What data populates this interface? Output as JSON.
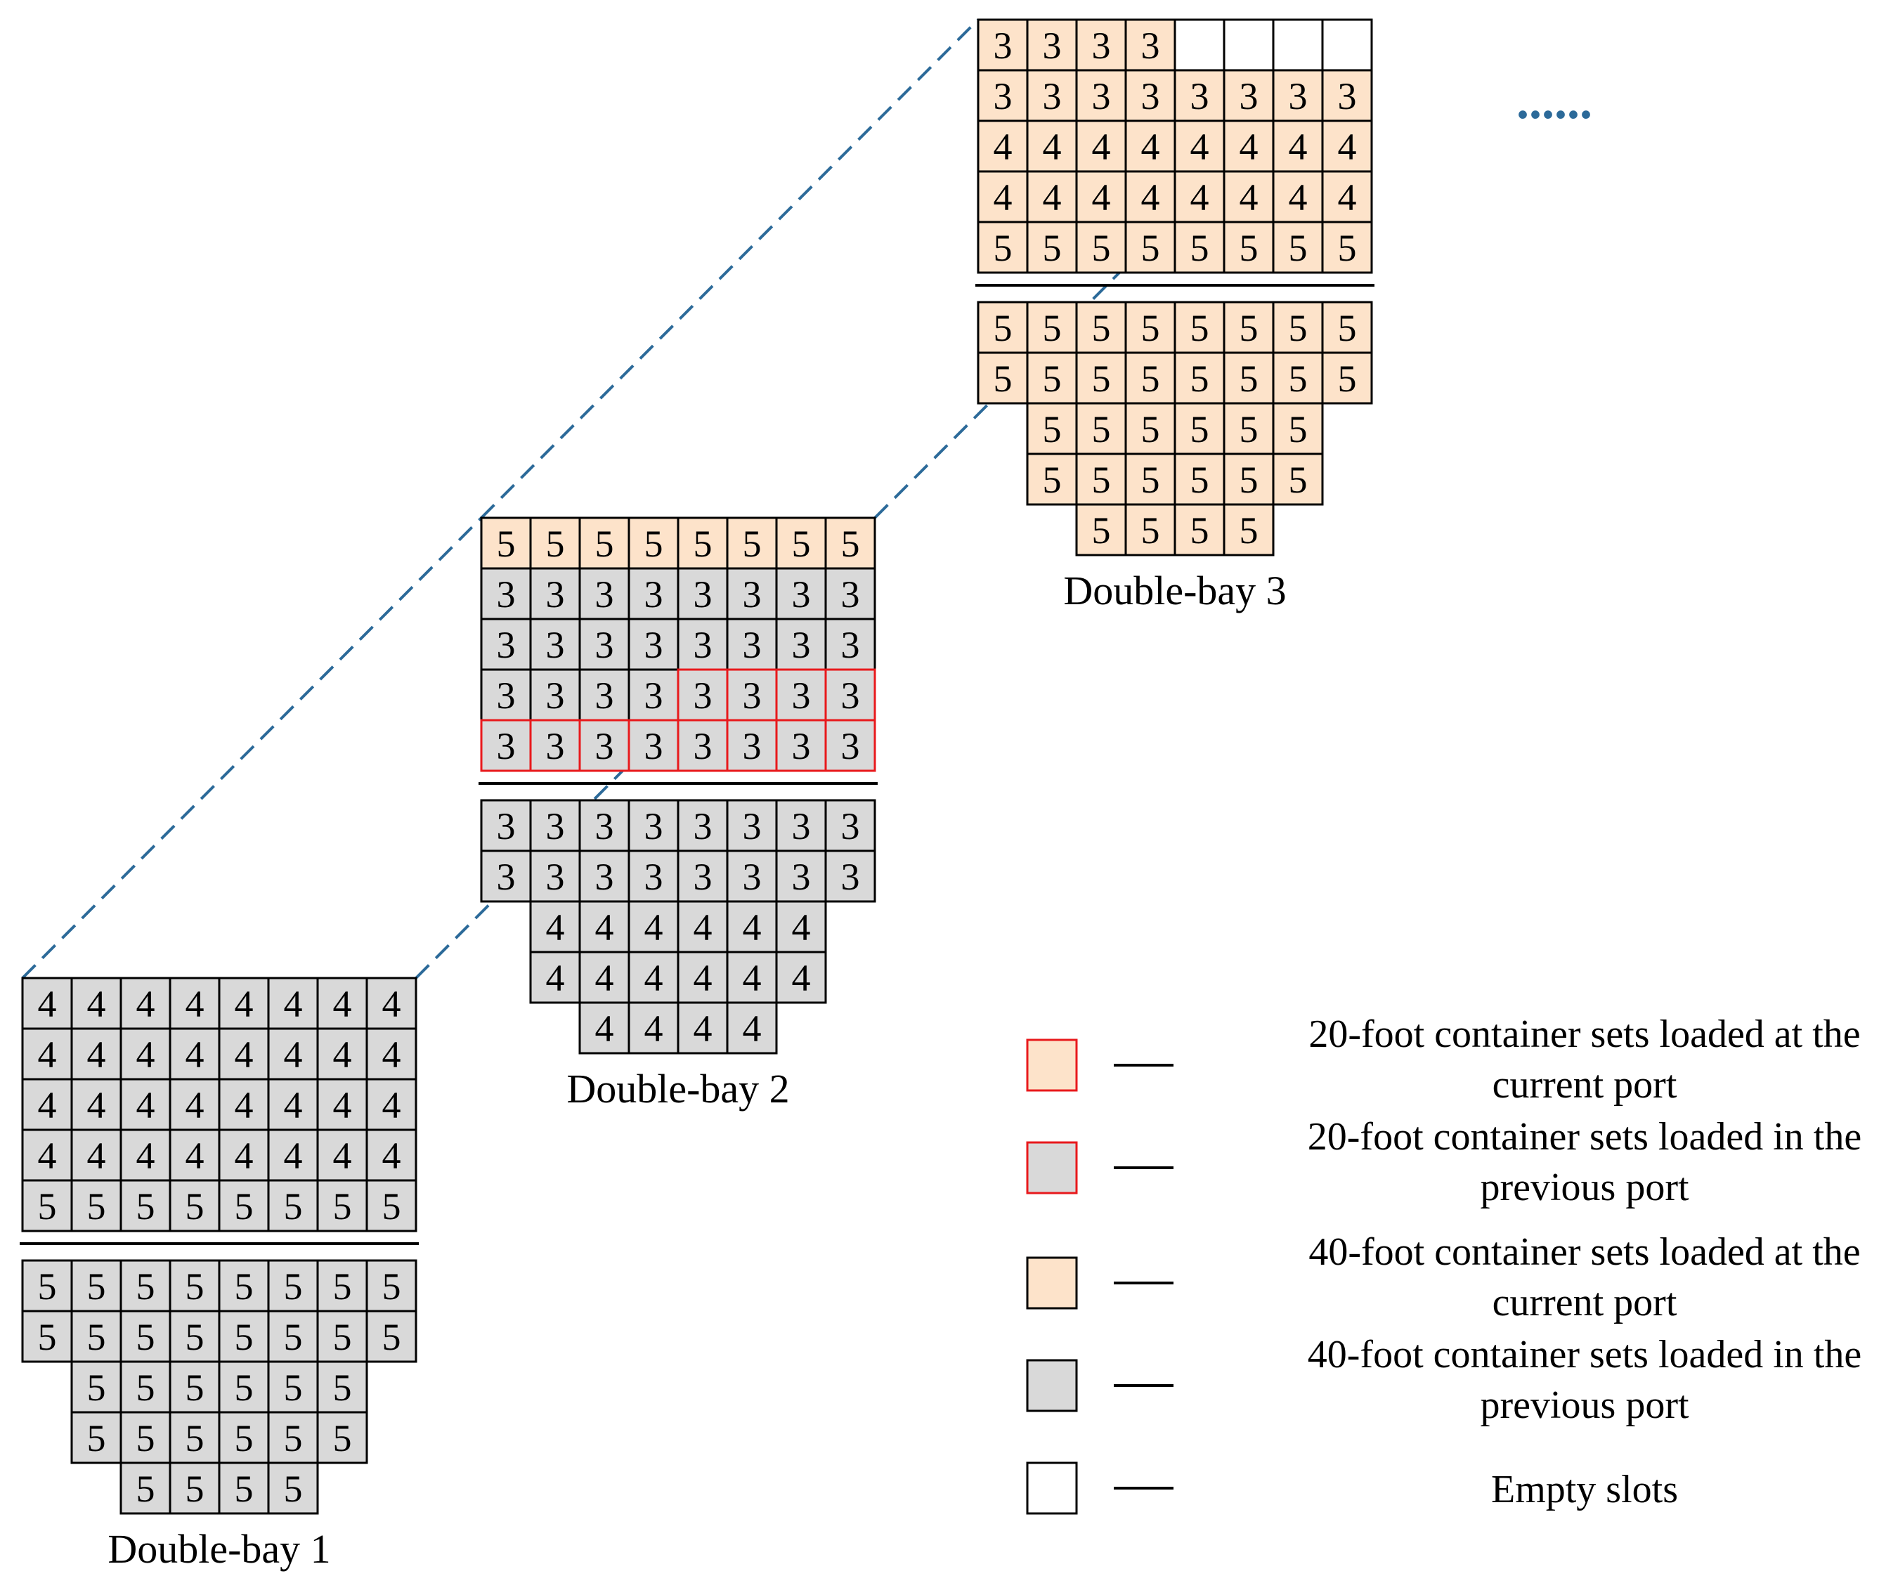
{
  "colors": {
    "current_port_fill": "#fde3ca",
    "previous_port_fill": "#d9d9d9",
    "empty_fill": "#ffffff",
    "cell_border": "#000000",
    "twenty_foot_border": "#e8191c",
    "connector": "#2c6a99"
  },
  "bays": [
    {
      "label": "Double-bay 1",
      "deck": {
        "cells": [
          [
            "4",
            "4",
            "4",
            "4",
            "4",
            "4",
            "4",
            "4"
          ],
          [
            "4",
            "4",
            "4",
            "4",
            "4",
            "4",
            "4",
            "4"
          ],
          [
            "4",
            "4",
            "4",
            "4",
            "4",
            "4",
            "4",
            "4"
          ],
          [
            "4",
            "4",
            "4",
            "4",
            "4",
            "4",
            "4",
            "4"
          ],
          [
            "5",
            "5",
            "5",
            "5",
            "5",
            "5",
            "5",
            "5"
          ]
        ],
        "fill": [
          "PPPPPPPP",
          "PPPPPPPP",
          "PPPPPPPP",
          "PPPPPPPP",
          "PPPPPPPP"
        ],
        "twenty_foot": [
          "........",
          "........",
          "........",
          "........",
          "........"
        ]
      },
      "hold": {
        "rows": [
          {
            "offset": 0,
            "cells": [
              "5",
              "5",
              "5",
              "5",
              "5",
              "5",
              "5",
              "5"
            ],
            "fill": "PPPPPPPP"
          },
          {
            "offset": 0,
            "cells": [
              "5",
              "5",
              "5",
              "5",
              "5",
              "5",
              "5",
              "5"
            ],
            "fill": "PPPPPPPP"
          },
          {
            "offset": 1,
            "cells": [
              "5",
              "5",
              "5",
              "5",
              "5",
              "5"
            ],
            "fill": "PPPPPP"
          },
          {
            "offset": 1,
            "cells": [
              "5",
              "5",
              "5",
              "5",
              "5",
              "5"
            ],
            "fill": "PPPPPP"
          },
          {
            "offset": 2,
            "cells": [
              "5",
              "5",
              "5",
              "5"
            ],
            "fill": "PPPP"
          }
        ]
      }
    },
    {
      "label": "Double-bay 2",
      "deck": {
        "cells": [
          [
            "5",
            "5",
            "5",
            "5",
            "5",
            "5",
            "5",
            "5"
          ],
          [
            "3",
            "3",
            "3",
            "3",
            "3",
            "3",
            "3",
            "3"
          ],
          [
            "3",
            "3",
            "3",
            "3",
            "3",
            "3",
            "3",
            "3"
          ],
          [
            "3",
            "3",
            "3",
            "3",
            "3",
            "3",
            "3",
            "3"
          ],
          [
            "3",
            "3",
            "3",
            "3",
            "3",
            "3",
            "3",
            "3"
          ]
        ],
        "fill": [
          "CCCCCCCC",
          "PPPPPPPP",
          "PPPPPPPP",
          "PPPPPPPP",
          "PPPPPPPP"
        ],
        "twenty_foot": [
          "........",
          "........",
          "........",
          "....XXXX",
          "XXXXXXXX"
        ]
      },
      "hold": {
        "rows": [
          {
            "offset": 0,
            "cells": [
              "3",
              "3",
              "3",
              "3",
              "3",
              "3",
              "3",
              "3"
            ],
            "fill": "PPPPPPPP"
          },
          {
            "offset": 0,
            "cells": [
              "3",
              "3",
              "3",
              "3",
              "3",
              "3",
              "3",
              "3"
            ],
            "fill": "PPPPPPPP"
          },
          {
            "offset": 1,
            "cells": [
              "4",
              "4",
              "4",
              "4",
              "4",
              "4"
            ],
            "fill": "PPPPPP"
          },
          {
            "offset": 1,
            "cells": [
              "4",
              "4",
              "4",
              "4",
              "4",
              "4"
            ],
            "fill": "PPPPPP"
          },
          {
            "offset": 2,
            "cells": [
              "4",
              "4",
              "4",
              "4"
            ],
            "fill": "PPPP"
          }
        ]
      }
    },
    {
      "label": "Double-bay 3",
      "deck": {
        "cells": [
          [
            "3",
            "3",
            "3",
            "3",
            "",
            "",
            "",
            ""
          ],
          [
            "3",
            "3",
            "3",
            "3",
            "3",
            "3",
            "3",
            "3"
          ],
          [
            "4",
            "4",
            "4",
            "4",
            "4",
            "4",
            "4",
            "4"
          ],
          [
            "4",
            "4",
            "4",
            "4",
            "4",
            "4",
            "4",
            "4"
          ],
          [
            "5",
            "5",
            "5",
            "5",
            "5",
            "5",
            "5",
            "5"
          ]
        ],
        "fill": [
          "CCCCEEEE",
          "CCCCCCCC",
          "CCCCCCCC",
          "CCCCCCCC",
          "CCCCCCCC"
        ],
        "twenty_foot": [
          "........",
          "........",
          "........",
          "........",
          "........"
        ]
      },
      "hold": {
        "rows": [
          {
            "offset": 0,
            "cells": [
              "5",
              "5",
              "5",
              "5",
              "5",
              "5",
              "5",
              "5"
            ],
            "fill": "CCCCCCCC"
          },
          {
            "offset": 0,
            "cells": [
              "5",
              "5",
              "5",
              "5",
              "5",
              "5",
              "5",
              "5"
            ],
            "fill": "CCCCCCCC"
          },
          {
            "offset": 1,
            "cells": [
              "5",
              "5",
              "5",
              "5",
              "5",
              "5"
            ],
            "fill": "CCCCCC"
          },
          {
            "offset": 1,
            "cells": [
              "5",
              "5",
              "5",
              "5",
              "5",
              "5"
            ],
            "fill": "CCCCCC"
          },
          {
            "offset": 2,
            "cells": [
              "5",
              "5",
              "5",
              "5"
            ],
            "fill": "CCCC"
          }
        ]
      }
    }
  ],
  "continuation": "......",
  "legend": [
    {
      "swatch": "current-20",
      "dash": "—",
      "lines": [
        "20-foot container sets loaded at the",
        "current port"
      ]
    },
    {
      "swatch": "previous-20",
      "dash": "—",
      "lines": [
        "20-foot container sets loaded in the",
        "previous port"
      ]
    },
    {
      "swatch": "current-40",
      "dash": "—",
      "lines": [
        "40-foot container sets loaded at the",
        "current port"
      ]
    },
    {
      "swatch": "previous-40",
      "dash": "—",
      "lines": [
        "40-foot container sets loaded in the",
        "previous port"
      ]
    },
    {
      "swatch": "empty",
      "dash": "—",
      "lines": [
        "Empty slots"
      ]
    }
  ]
}
